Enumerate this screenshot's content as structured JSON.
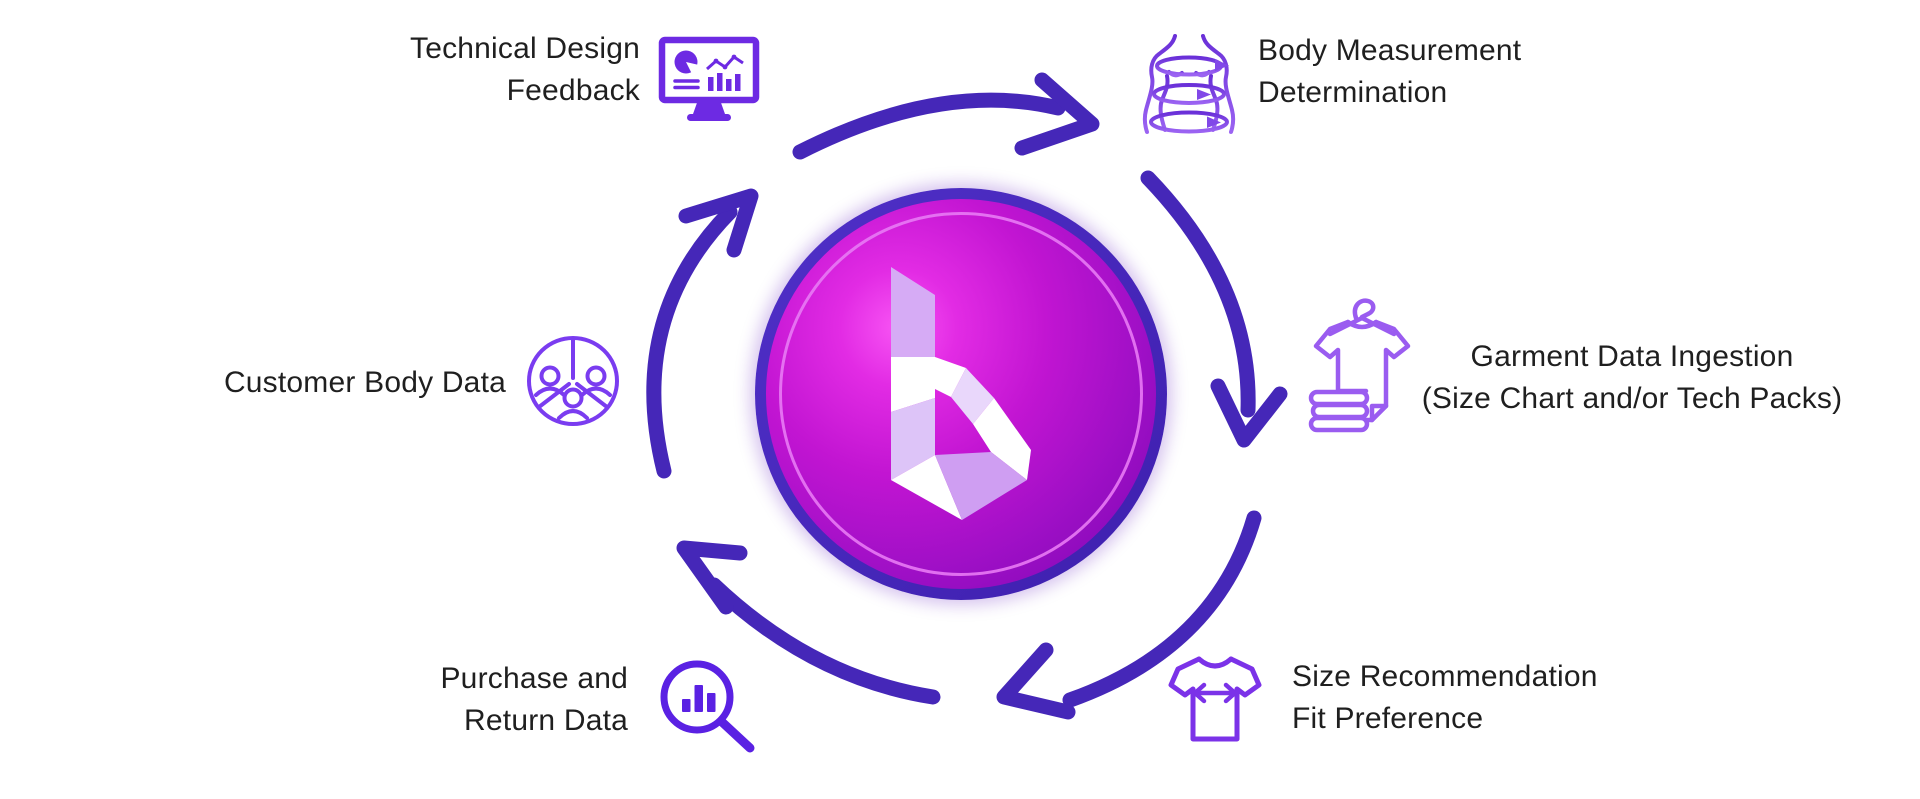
{
  "diagram": {
    "name": "circular process diagram",
    "center": {
      "logo": "faceted-b-logo"
    },
    "steps": [
      {
        "id": "technical-design-feedback",
        "position": "top-left",
        "icon": "monitor-analytics-icon",
        "lines": [
          "Technical Design",
          "Feedback"
        ]
      },
      {
        "id": "body-measurement-determination",
        "position": "top-right",
        "icon": "body-measurement-icon",
        "lines": [
          "Body Measurement",
          "Determination"
        ]
      },
      {
        "id": "garment-data-ingestion",
        "position": "right",
        "icon": "garment-hanger-icon",
        "lines": [
          "Garment Data Ingestion",
          "(Size Chart and/or Tech Packs)"
        ]
      },
      {
        "id": "size-recommendation-fit-preference",
        "position": "bottom-right",
        "icon": "tshirt-size-icon",
        "lines": [
          "Size Recommendation",
          "Fit Preference"
        ]
      },
      {
        "id": "purchase-and-return-data",
        "position": "bottom-left",
        "icon": "magnifier-chart-icon",
        "lines": [
          "Purchase and",
          "Return Data"
        ]
      },
      {
        "id": "customer-body-data",
        "position": "left",
        "icon": "people-circle-icon",
        "lines": [
          "Customer Body Data"
        ]
      }
    ],
    "flow_direction": "clockwise",
    "colors": {
      "background": "#ffffff",
      "text": "#1f1f1f",
      "arrow": "#4527b8",
      "hub_outer_ring": "#4b28c0",
      "hub_gradient_start": "#f854f4",
      "hub_gradient_end": "#7e08b0",
      "hub_inner_ring": "#e87af4",
      "logo_light_lavender": "#d6abf5",
      "logo_pale_lavender": "#e9d7fb",
      "logo_white": "#ffffff",
      "icon_monitor": "#6d2ae3",
      "icon_body": "#7b41e0",
      "icon_garment": "#9a5cf0",
      "icon_tshirt": "#7b32e8",
      "icon_magnifier": "#5a21e3",
      "icon_people": "#7a3cf0"
    }
  }
}
